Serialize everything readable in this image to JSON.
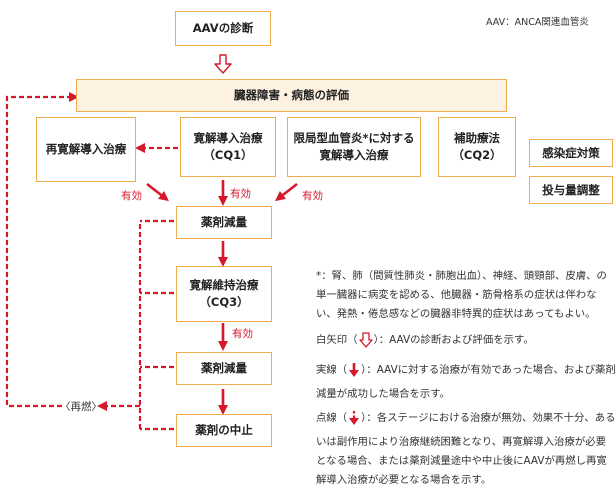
{
  "abbreviation": "AAV：ANCA関連血管炎",
  "boxes": {
    "diagnosis": "AAVの診断",
    "evaluation": "臓器障害・病態の評価",
    "re_remission": "再寛解導入治療",
    "remission_title": "寛解導入治療",
    "remission_ref": "（CQ1）",
    "localized_line1": "限局型血管炎*に対する",
    "localized_line2": "寛解導入治療",
    "adjunct_title": "補助療法",
    "adjunct_ref": "（CQ2）",
    "infection": "感染症対策",
    "dose": "投与量調整",
    "taper1": "薬剤減量",
    "maintenance_title": "寛解維持治療",
    "maintenance_ref": "（CQ3）",
    "taper2": "薬剤減量",
    "stop": "薬剤の中止"
  },
  "labels": {
    "effective": "有効",
    "relapse": "〈再燃〉"
  },
  "notes": {
    "footnote": "*：腎、肺（間質性肺炎・肺胞出血）、神経、頭頸部、皮膚、の単一臓器に病変を認める、他臓器・筋骨格系の症状は伴わない、発熱・倦怠感などの臓器非特異的症状はあってもよい。",
    "white_prefix": "白矢印（",
    "white_suffix": "）：AAVの診断および評価を示す。",
    "solid_prefix": "実線（",
    "solid_suffix": "）：AAVに対する治療が有効であった場合、および薬剤減量が成功した場合を示す。",
    "dotted_prefix": "点線（",
    "dotted_suffix": "）：各ステージにおける治療が無効、効果不十分、あるいは副作用により治療継続困難となり、再寛解導入治療が必要となる場合、または薬剤減量途中や中止後にAAVが再燃し再寛解導入治療が必要となる場合を示す。"
  },
  "colors": {
    "box_border": "#f0ad4e",
    "box_fill": "#fdf2e2",
    "arrow_red": "#d6182b"
  }
}
